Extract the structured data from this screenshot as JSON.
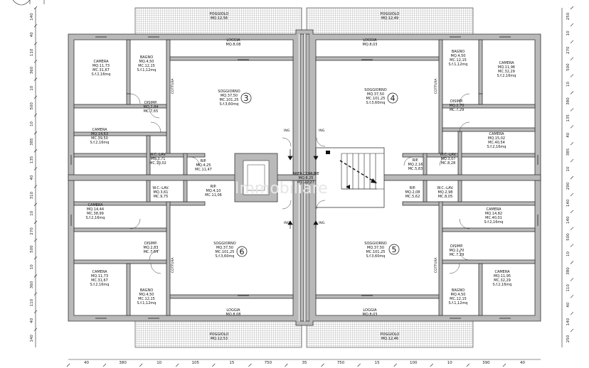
{
  "watermark": "Immobiliare",
  "balconies": {
    "top_left": {
      "name": "POGGIOLO",
      "area": "MQ.12,56"
    },
    "top_right": {
      "name": "POGGIOLO",
      "area": "MQ.12,49"
    },
    "bottom_left": {
      "name": "POGGIOLO",
      "area": "MQ.12,53"
    },
    "bottom_right": {
      "name": "POGGIOLO",
      "area": "MQ.12,46"
    }
  },
  "loggias": {
    "top_left": {
      "name": "LOGGIA",
      "area": "MQ.8,08"
    },
    "top_right": {
      "name": "LOGGIA",
      "area": "MQ.8,03"
    },
    "bottom_left": {
      "name": "LOGGIA",
      "area": "MQ.8,08"
    },
    "bottom_right": {
      "name": "LOGGIA",
      "area": "MQ.8,03"
    }
  },
  "units": {
    "u3": "3",
    "u4": "4",
    "u5": "5",
    "u6": "6"
  },
  "rooms": {
    "camera_tl": [
      "CAMERA",
      "MQ.11,73",
      "MC.31,67",
      "S.f.2,16mq"
    ],
    "bagno_tl": [
      "BAGNO",
      "MQ.4,50",
      "MC.12,15",
      "S.f.1,12mq"
    ],
    "sogg3": [
      "SOGGIORNO",
      "MQ.37,50",
      "MC.101,25",
      "S.f.3,60mq"
    ],
    "disimp_tl": [
      "DISIMP.",
      "MQ.2,84",
      "MC.7,65"
    ],
    "camera_ml": [
      "CAMERA",
      "MQ.14,63",
      "MC.39,50",
      "S.f.2,16mq"
    ],
    "wc_tl": [
      "W.C.-LAV.",
      "MQ.3,71",
      "MC.10,02"
    ],
    "rip_tl": [
      "RIP.",
      "MQ.4,25",
      "MC.11,47"
    ],
    "sogg4": [
      "SOGGIORNO",
      "MQ.37,50",
      "MC.101,25",
      "S.f.3,60mq"
    ],
    "bagno_tr": [
      "BAGNO",
      "MQ.4,50",
      "MC.12,15",
      "S.f.1,12mq"
    ],
    "camera_tr": [
      "CAMERA",
      "MQ.11,96",
      "MC.32,29",
      "S.f.2,16mq"
    ],
    "disimp_tr": [
      "DISIMP.",
      "MQ.2,70",
      "MC.7,29"
    ],
    "camera_mr": [
      "CAMERA",
      "MQ.15,02",
      "MC.40,54",
      "S.f.2,16mq"
    ],
    "wc_tr": [
      "W.C.-LAV.",
      "MQ.3,07",
      "MC.8,28"
    ],
    "rip_tr": [
      "RIP.",
      "MQ.2,16",
      "MC.5,83"
    ],
    "area_comune": [
      "AREA COMUNE",
      "MQ.8,25",
      "MC.22,27"
    ],
    "camera_bl1": [
      "CAMERA",
      "MQ.14,44",
      "MC.38,99",
      "S.f.2,16mq"
    ],
    "wc_bl": [
      "W.C.-LAV.",
      "MQ.3,61",
      "MC.9,75"
    ],
    "rip_bl": [
      "RIP.",
      "MQ.4,10",
      "MC.11,06"
    ],
    "rip_br": [
      "RIP.",
      "MQ.2,08",
      "MC.5,62"
    ],
    "wc_br": [
      "W.C.-LAV.",
      "MQ.2,98",
      "MC.8,05"
    ],
    "camera_br1": [
      "CAMERA",
      "MQ.14,82",
      "MC.40,01",
      "S.f.2,16mq"
    ],
    "disimp_bl": [
      "DISIMP.",
      "MQ.2,83",
      "MC.7,64"
    ],
    "sogg6": [
      "SOGGIORNO",
      "MQ.37,50",
      "MC.101,25",
      "S.f.3,60mq"
    ],
    "sogg5": [
      "SOGGIORNO",
      "MQ.37,50",
      "MC.101,25",
      "S.f.3,60mq"
    ],
    "disimp_br": [
      "DISIMP.",
      "MQ.2,70",
      "MC.7,29"
    ],
    "camera_bl2": [
      "CAMERA",
      "MQ.11,73",
      "MC.31,67",
      "S.f.2,16mq"
    ],
    "bagno_bl": [
      "BAGNO",
      "MQ.4,50",
      "MC.12,15",
      "S.f.1,12mq"
    ],
    "bagno_br": [
      "BAGNO",
      "MQ.4,50",
      "MC.12,15",
      "S.f.1,12mq"
    ],
    "camera_br2": [
      "CAMERA",
      "MQ.11,95",
      "MC.32,29",
      "S.f.2,16mq"
    ]
  },
  "labels": {
    "cottura": "COTTURA",
    "ing": "ING.",
    "rip": "RIP."
  },
  "dims": {
    "bottom": [
      "40",
      "380",
      "10",
      "105",
      "15",
      "750",
      "35",
      "750",
      "15",
      "100",
      "10",
      "390",
      "40"
    ],
    "left": [
      "140",
      "40",
      "110",
      "360",
      "10",
      "500",
      "10",
      "385",
      "135",
      "40",
      "310",
      "10",
      "270",
      "500",
      "10",
      "360",
      "110",
      "40",
      "140"
    ],
    "right": [
      "250",
      "10",
      "270",
      "500",
      "10",
      "380",
      "135",
      "40",
      "385",
      "10",
      "290",
      "140",
      "140",
      "500",
      "10",
      "380",
      "110",
      "40",
      "140",
      "250"
    ]
  }
}
